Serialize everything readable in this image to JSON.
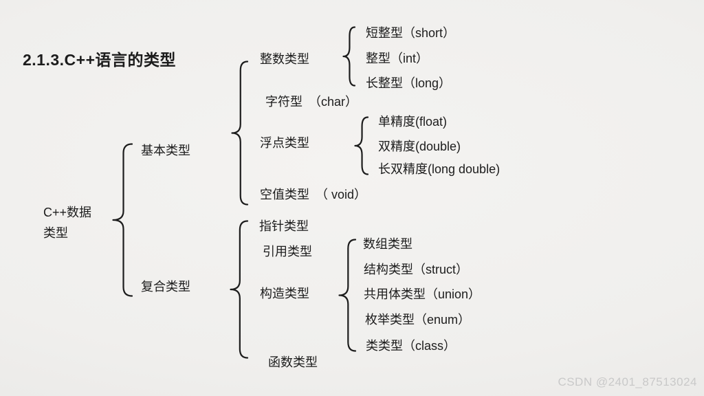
{
  "title": "2.1.3.C++语言的类型",
  "watermark": "CSDN @2401_87513024",
  "colors": {
    "text": "#1c1c1c",
    "watermark": "#c9c9c9",
    "background": "#f0efed"
  },
  "diagram": {
    "root": {
      "label_lines": [
        "C++数据",
        "类型"
      ]
    },
    "branches": [
      {
        "label": "基本类型",
        "children": [
          {
            "label": "整数类型",
            "children": [
              {
                "label": "短整型（short）"
              },
              {
                "label": "整型（int）"
              },
              {
                "label": "长整型（long）"
              }
            ]
          },
          {
            "label": "字符型　（char）"
          },
          {
            "label": "浮点类型",
            "children": [
              {
                "label": "单精度(float)"
              },
              {
                "label": "双精度(double)"
              },
              {
                "label": "长双精度(long double)"
              }
            ]
          },
          {
            "label": "空值类型　（ void）"
          }
        ]
      },
      {
        "label": "复合类型",
        "children": [
          {
            "label": "指针类型"
          },
          {
            "label": "引用类型"
          },
          {
            "label": "构造类型",
            "children": [
              {
                "label": "数组类型"
              },
              {
                "label": "结构类型（struct）"
              },
              {
                "label": "共用体类型（union）"
              },
              {
                "label": "枚举类型（enum）"
              },
              {
                "label": "类类型（class）"
              }
            ]
          },
          {
            "label": "函数类型"
          }
        ]
      }
    ]
  }
}
